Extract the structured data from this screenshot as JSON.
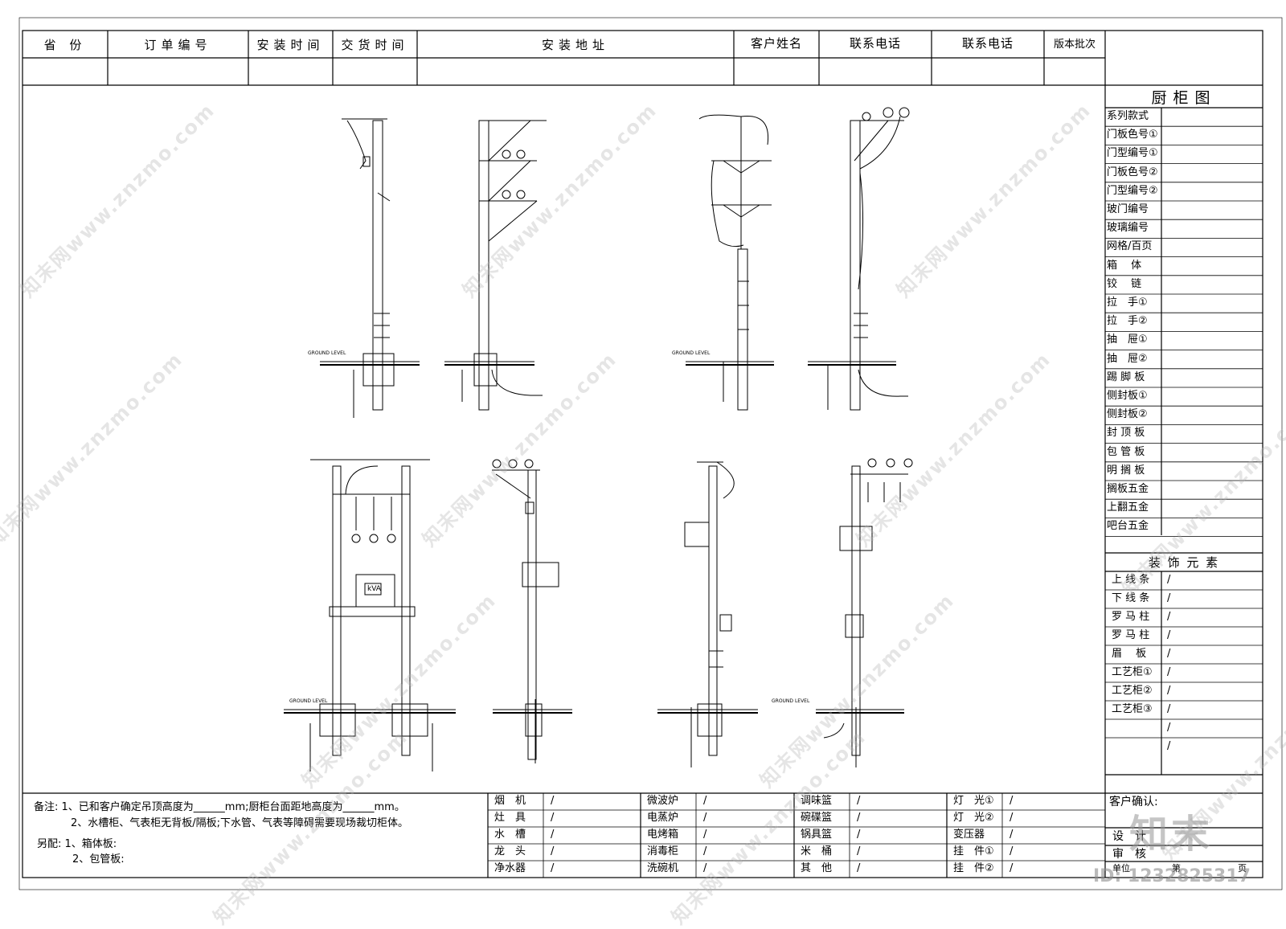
{
  "header": {
    "cols": [
      "省 份",
      "订单编号",
      "安装时间",
      "交货时间",
      "安装地址",
      "客户姓名",
      "联系电话",
      "联系电话",
      "版本批次"
    ]
  },
  "sidebar": {
    "title": "厨柜图",
    "rows": [
      "系列款式",
      "门板色号①",
      "门型编号①",
      "门板色号②",
      "门型编号②",
      "玻门编号",
      "玻璃编号",
      "网格/百页",
      "箱　 体",
      "铰　 链",
      "拉　手①",
      "拉　手②",
      "抽　屉①",
      "抽　屉②",
      "踢 脚 板",
      "侧封板①",
      "侧封板②",
      "封 顶 板",
      "包 管 板",
      "明 搁 板",
      "搁板五金",
      "上翻五金",
      "吧台五金"
    ],
    "deco_title": "装 饰 元 素",
    "deco_rows": [
      "上 线 条",
      "下 线 条",
      "罗 马 柱",
      "罗 马 柱",
      "眉　 板",
      "工艺柜①",
      "工艺柜②",
      "工艺柜③",
      "",
      ""
    ],
    "deco_values": [
      "/",
      "/",
      "/",
      "/",
      "/",
      "/",
      "/",
      "/",
      "/",
      "/"
    ],
    "confirm": "客户确认:",
    "design": "设　计",
    "review": "审　核",
    "unit": "单位",
    "page": "第",
    "pages": "页"
  },
  "notes": {
    "line1": "备注: 1、已和客户确定吊顶高度为______mm;厨柜台面距地高度为______mm。",
    "line2": "2、水槽柜、气表柜无背板/隔板;下水管、气表等障碍需要现场裁切柜体。",
    "line3": "另配: 1、箱体板:",
    "line4": "2、包管板:"
  },
  "appliances": {
    "col1": [
      "烟　机",
      "灶　具",
      "水　槽",
      "龙　头",
      "净水器"
    ],
    "col2": [
      "微波炉",
      "电蒸炉",
      "电烤箱",
      "消毒柜",
      "洗碗机"
    ],
    "col3": [
      "调味篮",
      "碗碟篮",
      "锅具篮",
      "米　桶",
      "其　他"
    ],
    "col4": [
      "灯　光①",
      "灯　光②",
      "变压器",
      "挂　件①",
      "挂　件②"
    ],
    "value": "/"
  },
  "drawing": {
    "ground_label": "GROUND LEVEL",
    "kva_label": "kVA"
  },
  "watermark": {
    "text": "知末网www.znzmo.com",
    "logo": "知末",
    "id": "ID: 1232825317"
  },
  "colors": {
    "line": "#000000",
    "watermark": "#b4b4b4"
  }
}
